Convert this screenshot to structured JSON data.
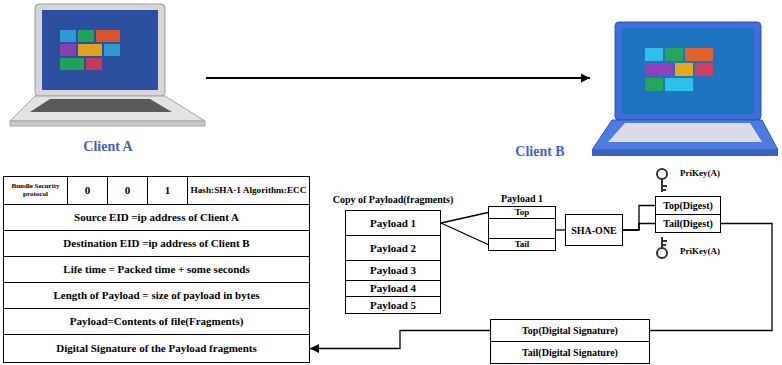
{
  "diagram": {
    "nodes": [
      {
        "text": [
          "Client A"
        ]
      },
      {
        "text": [
          "Client B"
        ]
      },
      {
        "text": [
          "Bundle Security protocol"
        ]
      },
      {
        "text": [
          "0"
        ]
      },
      {
        "text": [
          "0"
        ]
      },
      {
        "text": [
          "1"
        ]
      },
      {
        "text": [
          "Hash:SHA-1 Algorithm:ECC"
        ]
      },
      {
        "text": [
          "Source EID =ip address of Client A"
        ]
      },
      {
        "text": [
          "Destination EID =ip address of Client B"
        ]
      },
      {
        "text": [
          "Life time = Packed time + some seconds"
        ]
      },
      {
        "text": [
          "Length of Payload = size of payload in bytes"
        ]
      },
      {
        "text": [
          "Payload=Contents of file(Fragments)"
        ]
      },
      {
        "text": [
          "Digital Signature of the Payload fragments"
        ]
      },
      {
        "text": [
          "Copy of Payload(fragments)"
        ]
      },
      {
        "text": [
          "Payload 1"
        ],
        "in": 13
      },
      {
        "text": [
          "Payload 2"
        ],
        "in": 13
      },
      {
        "text": [
          "Payload 3"
        ],
        "in": 13
      },
      {
        "text": [
          "Payload 4"
        ],
        "in": 13
      },
      {
        "text": [
          "Payload 5"
        ],
        "in": 13
      },
      {
        "text": [
          "Payload 1"
        ]
      },
      {
        "text": [
          "Top"
        ],
        "in": 19
      },
      {
        "text": [
          "Tail"
        ],
        "in": 19
      },
      {
        "text": [
          "SHA-ONE"
        ]
      },
      {
        "text": [
          "Top(Digest)"
        ]
      },
      {
        "text": [
          "Tail(Digest)"
        ]
      },
      {
        "text": [
          "Top(Digital Signature)"
        ]
      },
      {
        "text": [
          "Tail(Digital Signature)"
        ]
      }
    ],
    "edges": [
      {
        "from": 0,
        "to": 1,
        "arrow": "to"
      },
      {
        "from": 14,
        "to": 20,
        "arrow": "none"
      },
      {
        "from": 14,
        "to": 21,
        "arrow": "none"
      },
      {
        "from": 19,
        "to": 22,
        "arrow": "none"
      },
      {
        "from": 22,
        "to": 23,
        "arrow": "none"
      },
      {
        "from": 22,
        "to": 24,
        "arrow": "none"
      },
      {
        "from": 24,
        "to": 25,
        "arrow": "none"
      },
      {
        "from": 25,
        "to": 12,
        "arrow": "to"
      }
    ],
    "labels": [
      "PriKey(A)",
      "PriKey(A)"
    ]
  }
}
